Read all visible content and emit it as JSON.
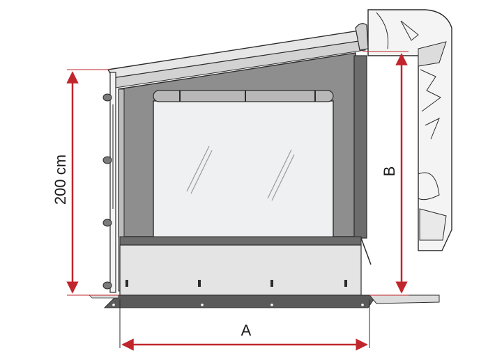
{
  "labels": {
    "height_dimension": "200 cm",
    "width_dimension": "A",
    "depth_dimension": "B"
  },
  "colors": {
    "arrow": "#c0262c",
    "panel": "#8e8e8e",
    "panel_dark": "#6c6c6c",
    "window": "#eef0f1",
    "skirt": "#e4e4e4",
    "ground": "#5a5a5a",
    "outline": "#2b2b2b"
  }
}
